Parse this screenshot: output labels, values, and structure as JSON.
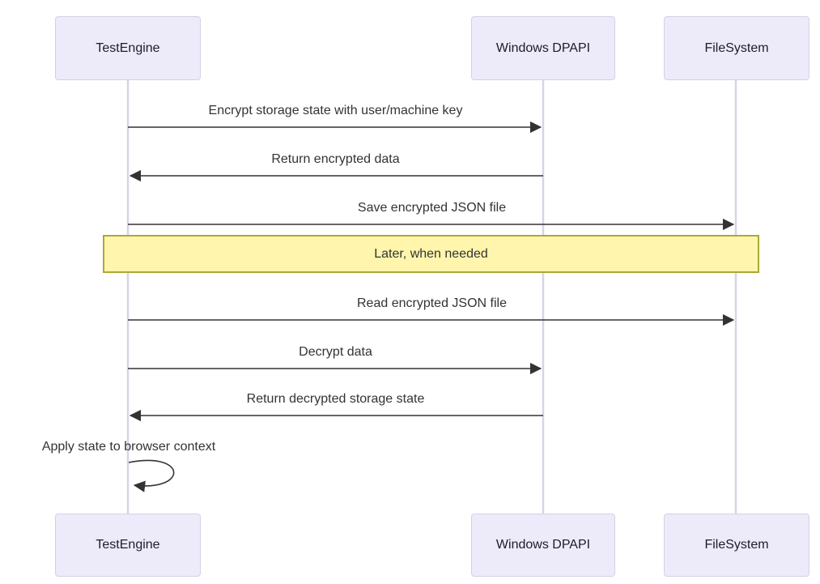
{
  "diagram": {
    "type": "sequence-diagram",
    "actors": [
      {
        "name": "TestEngine"
      },
      {
        "name": "Windows DPAPI"
      },
      {
        "name": "FileSystem"
      }
    ],
    "messages": [
      {
        "from": "TestEngine",
        "to": "Windows DPAPI",
        "direction": "right",
        "label": "Encrypt storage state with user/machine key"
      },
      {
        "from": "Windows DPAPI",
        "to": "TestEngine",
        "direction": "left",
        "label": "Return encrypted data"
      },
      {
        "from": "TestEngine",
        "to": "FileSystem",
        "direction": "right",
        "label": "Save encrypted JSON file"
      },
      {
        "from": "TestEngine",
        "to": "FileSystem",
        "direction": "right",
        "label": "Read encrypted JSON file"
      },
      {
        "from": "TestEngine",
        "to": "Windows DPAPI",
        "direction": "right",
        "label": "Decrypt data"
      },
      {
        "from": "Windows DPAPI",
        "to": "TestEngine",
        "direction": "left",
        "label": "Return decrypted storage state"
      },
      {
        "from": "TestEngine",
        "to": "TestEngine",
        "direction": "self",
        "label": "Apply state to browser context"
      }
    ],
    "note": {
      "placement": "over all actors",
      "label": "Later, when needed"
    },
    "colors": {
      "actor_fill": "#EDEBFA",
      "actor_border": "#D4D0E6",
      "lifeline": "#D8D3EC",
      "arrow": "#333333",
      "note_fill": "#FFF5AD",
      "note_border": "#AAAA33",
      "text": "#333333"
    }
  }
}
